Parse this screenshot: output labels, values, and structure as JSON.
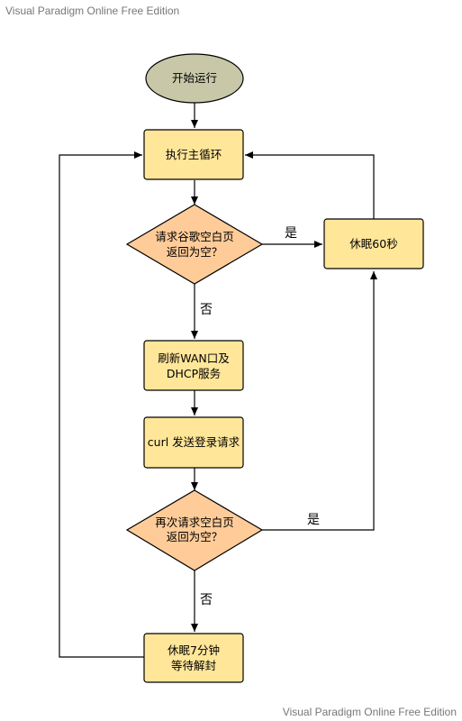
{
  "watermark": {
    "top": "Visual Paradigm Online Free Edition",
    "bottom": "Visual Paradigm Online Free Edition"
  },
  "colors": {
    "start_fill": "#c8c8a8",
    "process_fill": "#ffe699",
    "process_stroke": "#d6b656",
    "decision_fill": "#ffcc99",
    "decision_stroke": "#d79b00",
    "line": "#000000"
  },
  "nodes": {
    "start": "开始运行",
    "main_loop": "执行主循环",
    "check1": [
      "请求谷歌空白页",
      "返回为空？"
    ],
    "sleep60": "休眠60秒",
    "refresh": [
      "刷新WAN口及",
      "DHCP服务"
    ],
    "login": "curl 发送登录请求",
    "check2": [
      "再次请求空白页",
      "返回为空？"
    ],
    "sleep7": [
      "休眠7分钟",
      "等待解封"
    ]
  },
  "edges": {
    "check1_yes": "是",
    "check1_no": "否",
    "check2_yes": "是",
    "check2_no": "否"
  }
}
